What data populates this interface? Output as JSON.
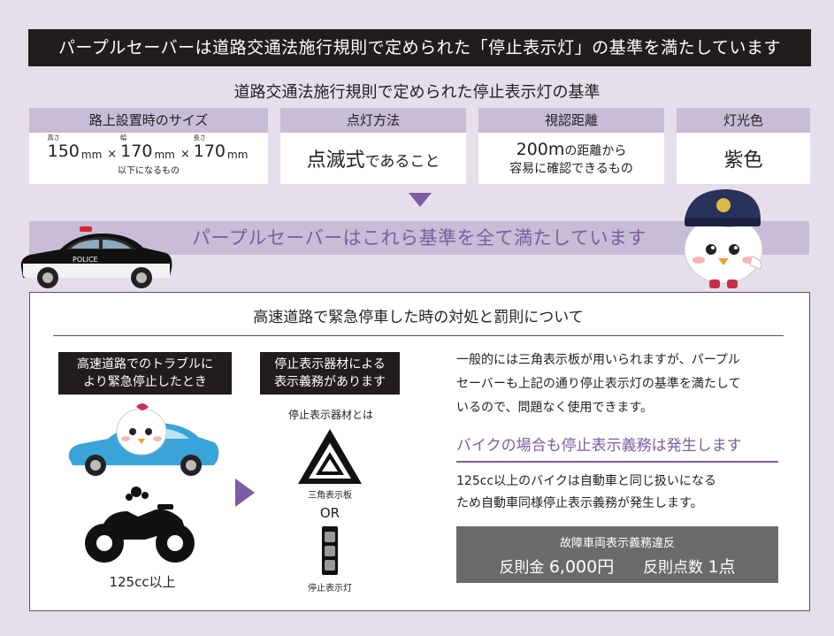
{
  "top_banner": "パープルセーバーは道路交通法施行規則で定められた「停止表示灯」の基準を満たしています",
  "standards": {
    "title": "道路交通法施行規則で定められた停止表示灯の基準",
    "size": {
      "header": "路上設置時のサイズ",
      "height_tag": "高さ",
      "height": "150",
      "unit": "mm",
      "width_tag": "幅",
      "width": "170",
      "depth_tag": "長さ",
      "depth": "170",
      "times": "×",
      "note": "以下になるもの"
    },
    "blink": {
      "header": "点灯方法",
      "main": "点滅式",
      "suffix": "であること"
    },
    "distance": {
      "header": "視認距離",
      "line1_main": "200m",
      "line1_suffix": "の距離から",
      "line2": "容易に確認できるもの"
    },
    "color": {
      "header": "灯光色",
      "value": "紫色"
    }
  },
  "meets_text": "パープルセーバーはこれら基準を全て満たしています",
  "police_car_text": "POLICE",
  "highway": {
    "title": "高速道路で緊急停車した時の対処と罰則について",
    "trouble_label_1": "高速道路でのトラブルに",
    "trouble_label_2": "より緊急停止したとき",
    "moto_caption": "125cc以上",
    "duty_label_1": "停止表示器材による",
    "duty_label_2": "表示義務があります",
    "equipment_caption": "停止表示器材とは",
    "triangle_caption": "三角表示板",
    "or_text": "OR",
    "lamp_caption": "停止表示灯",
    "explain_1": "一般的には三角表示板が用いられますが、パープル",
    "explain_2": "セーバーも上記の通り停止表示灯の基準を満たして",
    "explain_3": "いるので、問題なく使用できます。",
    "bike_heading": "バイクの場合も停止表示義務は発生します",
    "bike_text_1": "125cc以上のバイクは自動車と同じ扱いになる",
    "bike_text_2": "ため自動車同様停止表示義務が発生します。",
    "penalty_title": "故障車両表示義務違反",
    "fine_label": "反則金",
    "fine_value": "6,000円",
    "points_label": "反則点数",
    "points_value": "1点"
  },
  "colors": {
    "accent": "#7d5ca3",
    "banner": "#231c1e",
    "header_bg": "#c8bcd6",
    "page_bg": "#e6dfeb",
    "penalty_bg": "#6d6a6b"
  }
}
